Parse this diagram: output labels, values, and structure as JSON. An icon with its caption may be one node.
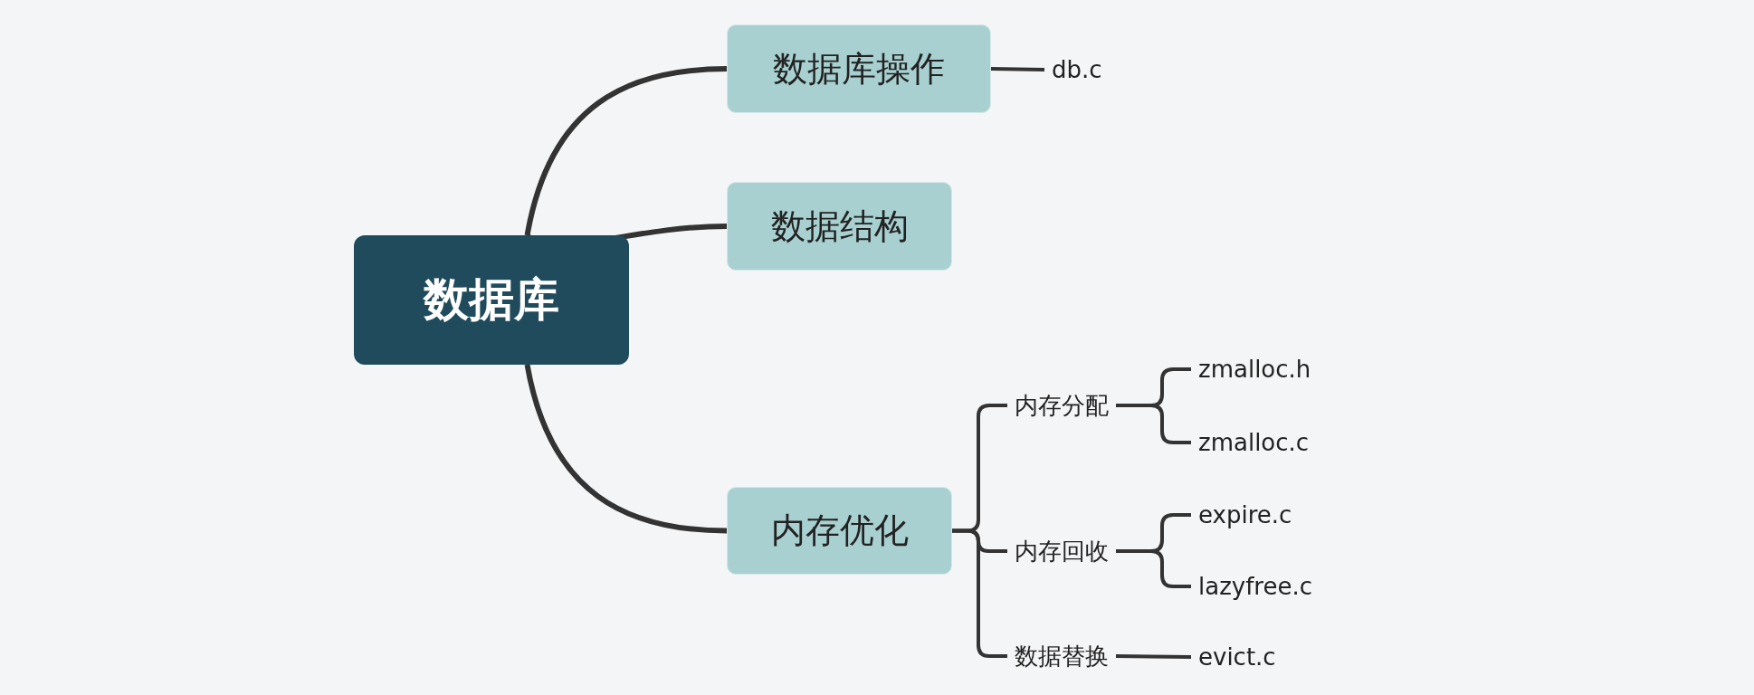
{
  "diagram": {
    "nodes": [
      {
        "text": [
          "数据库"
        ]
      },
      {
        "text": [
          "数据库操作"
        ]
      },
      {
        "text": [
          "db.c"
        ]
      },
      {
        "text": [
          "数据结构"
        ]
      },
      {
        "text": [
          "内存优化"
        ]
      },
      {
        "text": [
          "内存分配"
        ]
      },
      {
        "text": [
          "zmalloc.h"
        ]
      },
      {
        "text": [
          "zmalloc.c"
        ]
      },
      {
        "text": [
          "内存回收"
        ]
      },
      {
        "text": [
          "expire.c"
        ]
      },
      {
        "text": [
          "lazyfree.c"
        ]
      },
      {
        "text": [
          "数据替换"
        ]
      },
      {
        "text": [
          "evict.c"
        ]
      }
    ],
    "edges": [
      {
        "from": 0,
        "to": 1,
        "arrow": "none"
      },
      {
        "from": 0,
        "to": 3,
        "arrow": "none"
      },
      {
        "from": 0,
        "to": 4,
        "arrow": "none"
      },
      {
        "from": 1,
        "to": 2,
        "arrow": "none"
      },
      {
        "from": 4,
        "to": 5,
        "arrow": "none"
      },
      {
        "from": 4,
        "to": 8,
        "arrow": "none"
      },
      {
        "from": 4,
        "to": 11,
        "arrow": "none"
      },
      {
        "from": 5,
        "to": 6,
        "arrow": "none"
      },
      {
        "from": 5,
        "to": 7,
        "arrow": "none"
      },
      {
        "from": 8,
        "to": 9,
        "arrow": "none"
      },
      {
        "from": 8,
        "to": 10,
        "arrow": "none"
      },
      {
        "from": 11,
        "to": 12,
        "arrow": "none"
      }
    ]
  }
}
